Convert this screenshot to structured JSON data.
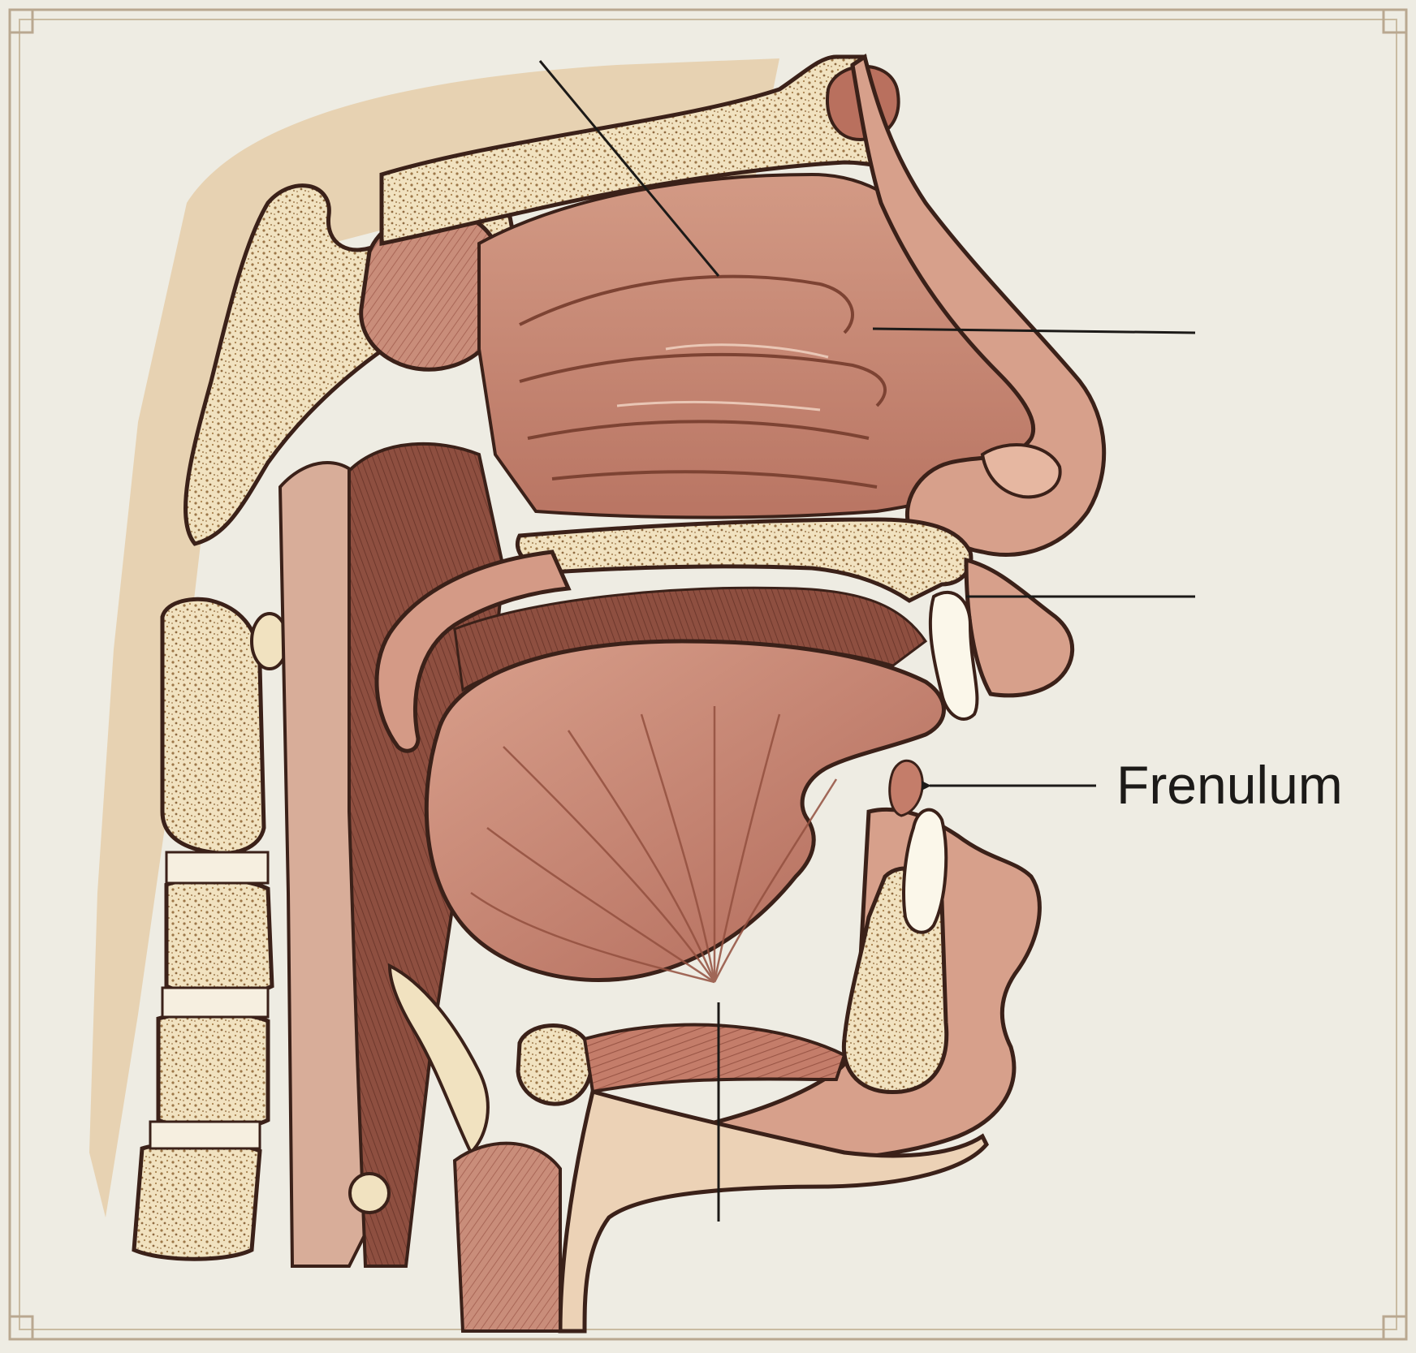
{
  "colors": {
    "paper": "#eeece3",
    "frame": "#b9a890",
    "bone": "#f1e2c0",
    "bone_speckle": "#a07c50",
    "tissue": "#c98d7a",
    "tissue_dark": "#8a4e40",
    "muscle": "#b56e5e",
    "outline": "#3b2119",
    "wash": "#e4c9a2",
    "tooth": "#fbf7ea",
    "label_ink": "#1c1a18"
  },
  "labels": {
    "frenulum": "Frenulum"
  },
  "leaders": [
    {
      "name": "leader-nasal-cavity",
      "has_text": false
    },
    {
      "name": "leader-nose",
      "has_text": false
    },
    {
      "name": "leader-upper-lip",
      "has_text": false
    },
    {
      "name": "leader-frenulum",
      "has_text": true
    },
    {
      "name": "leader-tongue-base",
      "has_text": false
    }
  ]
}
